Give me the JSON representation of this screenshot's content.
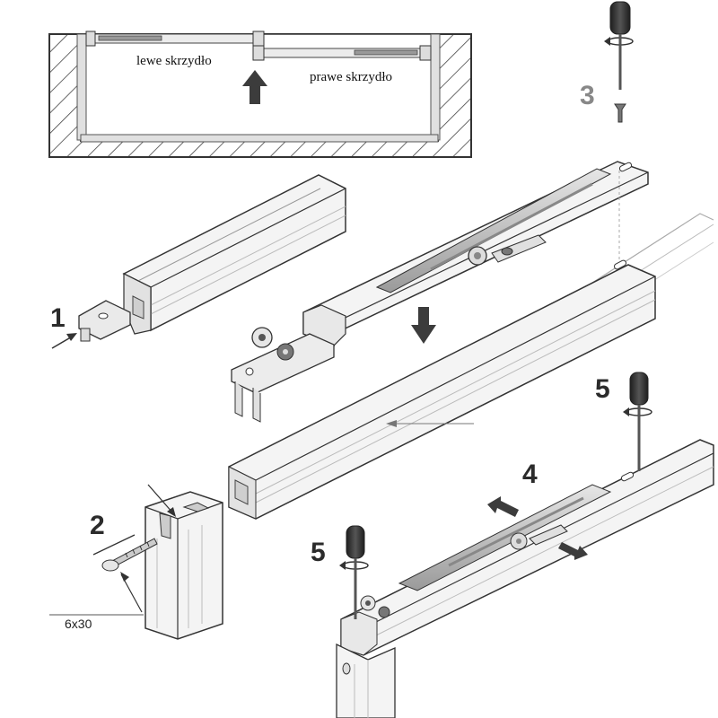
{
  "plan_view": {
    "left_leaf_label": "lewe skrzydło",
    "right_leaf_label": "prawe skrzydło"
  },
  "steps": {
    "step1": "1",
    "step2": "2",
    "step3": "3",
    "step4": "4",
    "step5a": "5",
    "step5b": "5"
  },
  "screw_size_label": "6x30",
  "colors": {
    "outline": "#333333",
    "rail_fill": "#f4f4f4",
    "rail_shade": "#d8d8d8",
    "insert_fill": "#bdbdbd",
    "hatch": "#444444",
    "arrow": "#3c3c3c",
    "step_gray": "#888888",
    "step_dark": "#2b2b2b",
    "screwdriver_handle": "#3a3a3a"
  }
}
